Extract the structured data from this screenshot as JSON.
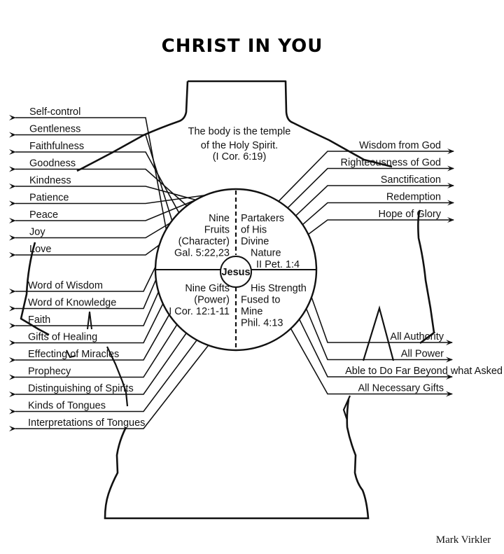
{
  "title": "CHRIST IN YOU",
  "temple": {
    "line1": "The body is the temple",
    "line2": "of the Holy Spirit.",
    "reference": "(I Cor. 6:19)"
  },
  "center": {
    "label": "Jesus",
    "top_left": [
      "Nine",
      "Fruits",
      "(Character)",
      "Gal. 5:22,23"
    ],
    "top_right": [
      "Partakers",
      "of His",
      "Divine",
      "Nature",
      "II Pet. 1:4"
    ],
    "bottom_left": [
      "Nine Gifts",
      "(Power)",
      "I Cor. 12:1-11"
    ],
    "bottom_right": [
      "His Strength",
      "Fused to",
      "Mine",
      "Phil. 4:13"
    ]
  },
  "fruits": [
    "Self-control",
    "Gentleness",
    "Faithfulness",
    "Goodness",
    "Kindness",
    "Patience",
    "Peace",
    "Joy",
    "Love"
  ],
  "gifts": [
    "Word of Wisdom",
    "Word of Knowledge",
    "Faith",
    "Gifts of Healing",
    "Effecting of Miracles",
    "Prophecy",
    "Distinguishing of Spirits",
    "Kinds of Tongues",
    "Interpretations of Tongues"
  ],
  "divine_nature": [
    "Wisdom from God",
    "Righteousness of God",
    "Sanctification",
    "Redemption",
    "Hope of Glory"
  ],
  "strength": [
    "All Authority",
    "All Power",
    "Able to Do Far Beyond what Asked",
    "All Necessary Gifts"
  ],
  "credit": "Mark Virkler",
  "colors": {
    "ink": "#111111",
    "background": "#ffffff"
  }
}
